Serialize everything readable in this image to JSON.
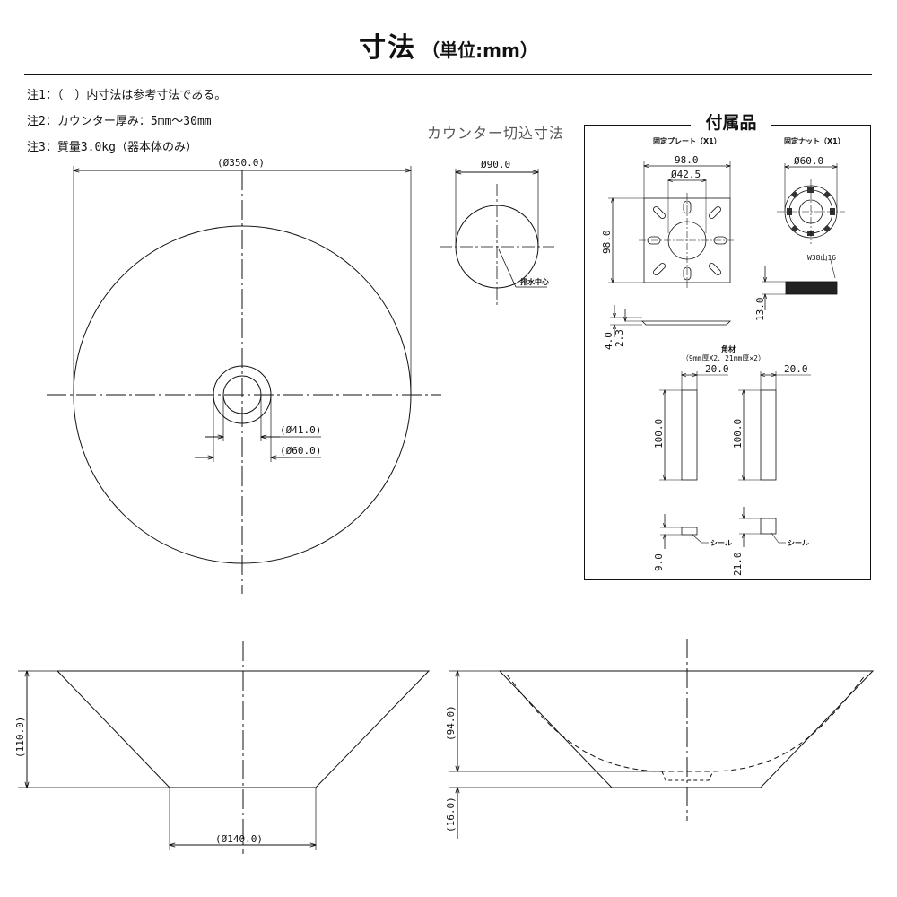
{
  "title": {
    "main": "寸法",
    "sub": "（単位:mm）"
  },
  "notes": [
    "注1：（　）内寸法は参考寸法である。",
    "注2：カウンター厚み：5mm～30mm",
    "注3：質量3.0kg（器本体のみ）"
  ],
  "top_view": {
    "outer": "(Ø350.0)",
    "inner1": "(Ø41.0)",
    "inner2": "(Ø60.0)"
  },
  "cutout": {
    "title": "カウンター切込寸法",
    "dia": "Ø90.0",
    "drain_center": "排水中心"
  },
  "accessories": {
    "title": "付属品",
    "plate_label": "固定プレート（X1）",
    "nut_label": "固定ナット（X1）",
    "plate_w": "98.0",
    "plate_hole": "Ø42.5",
    "plate_h": "98.0",
    "nut_dia": "Ø60.0",
    "thread": "W38山16",
    "nut_h": "13.0",
    "plate_t1": "4.0",
    "plate_t2": "2.3",
    "block_label": "角材",
    "block_sub": "（9mm厚X2、21mm厚×2）",
    "block_w1": "20.0",
    "block_w2": "20.0",
    "block_h1": "100.0",
    "block_h2": "100.0",
    "block_t1": "9.0",
    "block_t2": "21.0",
    "seal1": "シール",
    "seal2": "シール"
  },
  "side_view": {
    "height": "(110.0)",
    "base": "(Ø140.0)"
  },
  "section_view": {
    "depth": "(94.0)",
    "bottom": "(16.0)"
  }
}
